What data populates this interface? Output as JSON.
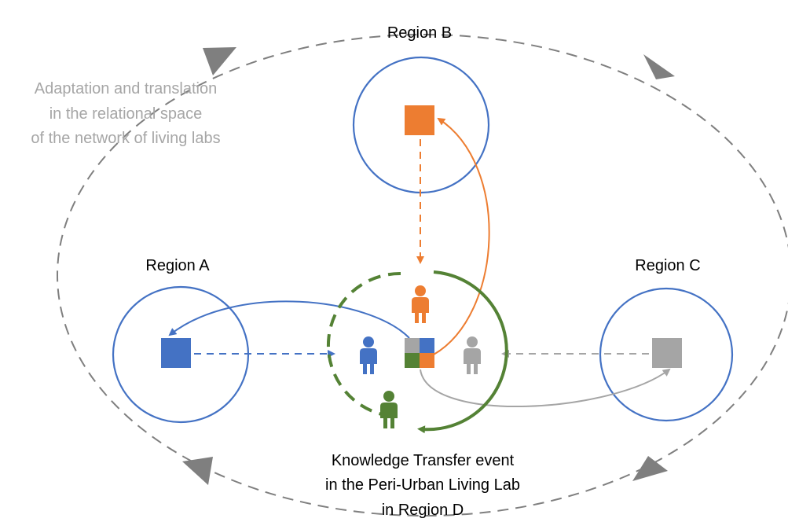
{
  "colors": {
    "region_circle": "#4472C4",
    "outer_loop": "#7F7F7F",
    "blue": "#4472C4",
    "orange": "#ED7D31",
    "grey": "#A5A5A5",
    "green": "#548235",
    "caption_grey": "#A6A6A6"
  },
  "regions": {
    "a": {
      "label": "Region A"
    },
    "b": {
      "label": "Region B"
    },
    "c": {
      "label": "Region C"
    }
  },
  "network_caption": {
    "line1": "Adaptation and translation",
    "line2": "in the relational space",
    "line3": "of the network of living labs"
  },
  "event_caption": {
    "line1": "Knowledge Transfer event",
    "line2": "in the Peri-Urban Living Lab",
    "line3": "in Region D"
  },
  "icons": {
    "knowledge_square": "square-icon",
    "participant": "person-icon",
    "loop_direction": "triangle-arrow-icon"
  }
}
